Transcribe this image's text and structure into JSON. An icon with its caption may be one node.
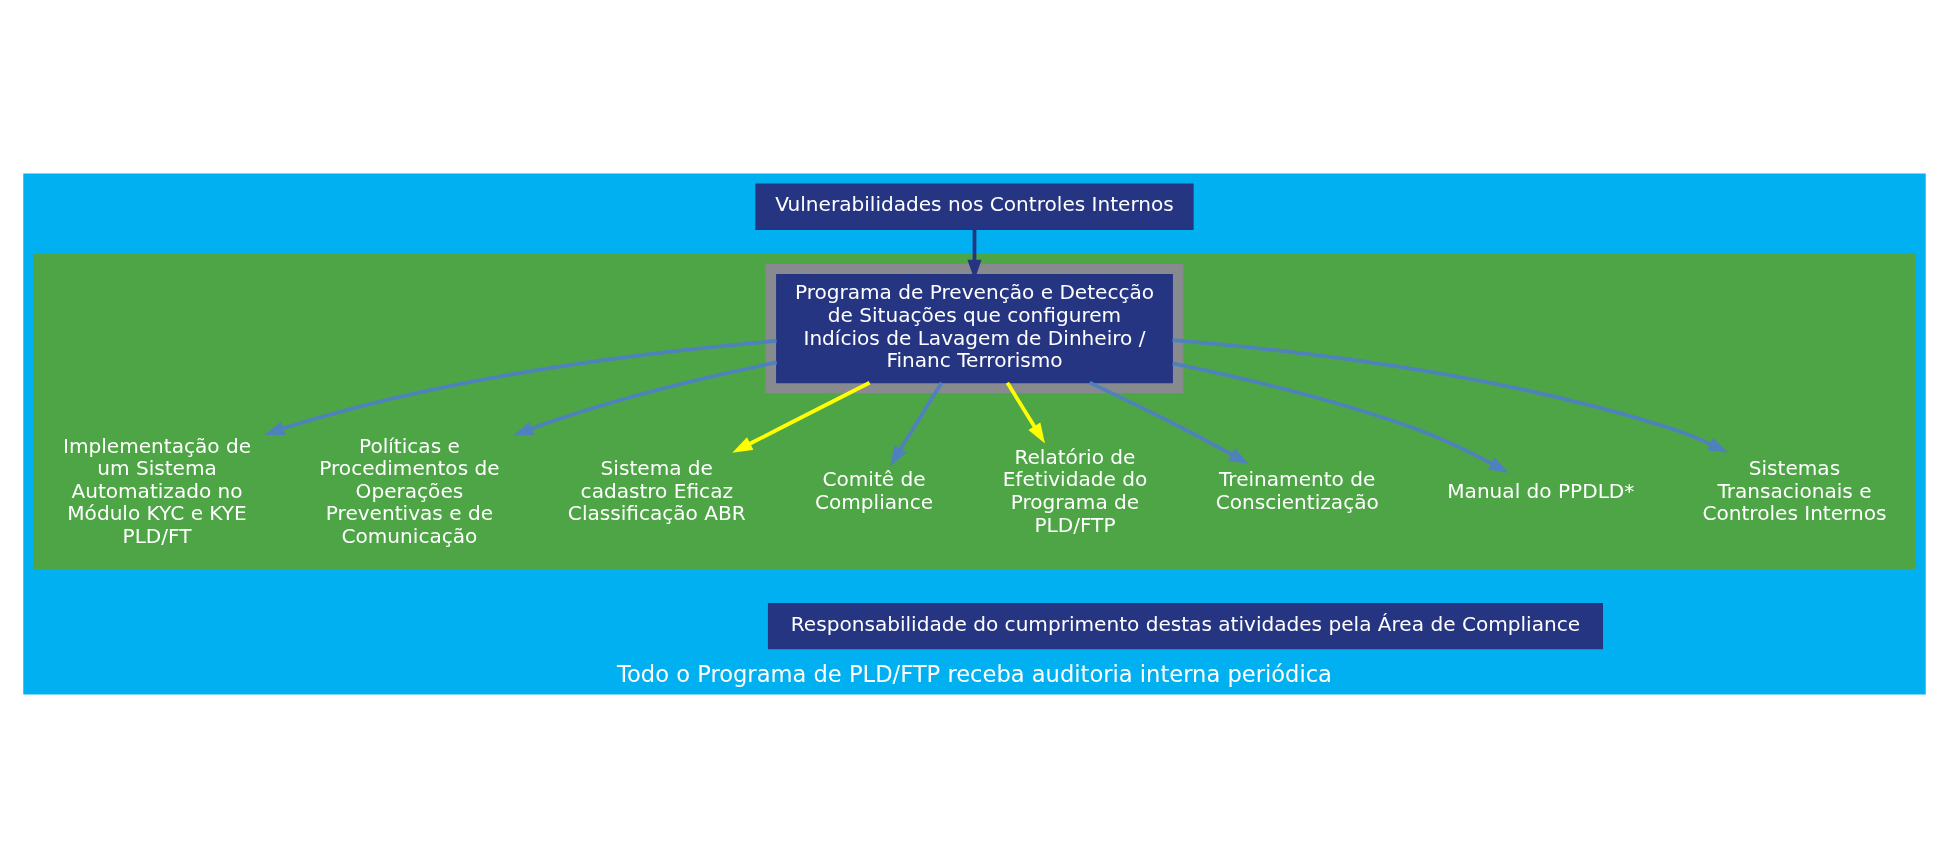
{
  "diagram": {
    "nodes": [
      {
        "text": [
          "Todo o Programa de PLD/FTP receba auditoria interna periódica"
        ]
      },
      {
        "text": [
          "Vulnerabilidades nos Controles Internos"
        ],
        "in": 0
      },
      {
        "text": [],
        "shape": "box",
        "in": 0
      },
      {
        "text": [],
        "shape": "box",
        "in": 2
      },
      {
        "text": [
          "Programa de Prevenção e Detecção de Situações que configurem Indícios de Lavagem de Dinheiro / Financ Terrorismo"
        ],
        "in": 3
      },
      {
        "text": [
          "Implementação de um Sistema Automatizado no Módulo KYC e KYE PLD/FT"
        ],
        "in": 2
      },
      {
        "text": [
          "Políticas e Procedimentos de Operações Preventivas e de Comunicação"
        ],
        "in": 2
      },
      {
        "text": [
          "Sistema de cadastro Eficaz Classificação ABR"
        ],
        "in": 2
      },
      {
        "text": [
          "Comitê de Compliance"
        ],
        "in": 2
      },
      {
        "text": [
          "Relatório de Efetividade do Programa de PLD/FTP"
        ],
        "in": 2
      },
      {
        "text": [
          "Treinamento de Conscientização"
        ],
        "in": 2
      },
      {
        "text": [
          "Manual do PPDLD*"
        ],
        "in": 2
      },
      {
        "text": [
          "Sistemas Transacionais e Controles Internos"
        ],
        "in": 2
      },
      {
        "text": [
          "Responsabilidade do cumprimento destas atividades pela Área de Compliance"
        ],
        "in": 0
      }
    ],
    "edges": [
      {
        "from": 1,
        "to": 4,
        "arrow": "to",
        "color": "#253582"
      },
      {
        "from": 4,
        "to": 5,
        "arrow": "to"
      },
      {
        "from": 4,
        "to": 6,
        "arrow": "to"
      },
      {
        "from": 4,
        "to": 7,
        "arrow": "to",
        "color": "#ffff00"
      },
      {
        "from": 4,
        "to": 8,
        "arrow": "to"
      },
      {
        "from": 4,
        "to": 9,
        "arrow": "to",
        "color": "#ffff00"
      },
      {
        "from": 4,
        "to": 10,
        "arrow": "to"
      },
      {
        "from": 4,
        "to": 11,
        "arrow": "to"
      },
      {
        "from": 4,
        "to": 12,
        "arrow": "to"
      }
    ]
  }
}
